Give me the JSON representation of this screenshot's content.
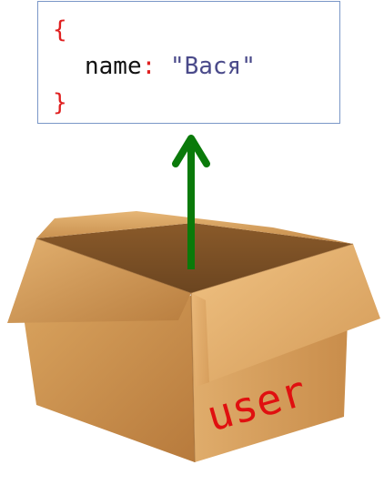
{
  "code": {
    "open_brace": "{",
    "key": "name",
    "colon": ":",
    "string_value": "\"Вася\"",
    "close_brace": "}"
  },
  "box_label": "user",
  "colors": {
    "brace": "#e02020",
    "string": "#4a4a8a",
    "arrow": "#0a7a0a",
    "border": "#7a97c7",
    "label": "#e01010"
  },
  "icons": {
    "arrow": "arrow-up-icon",
    "box": "cardboard-box-icon"
  }
}
